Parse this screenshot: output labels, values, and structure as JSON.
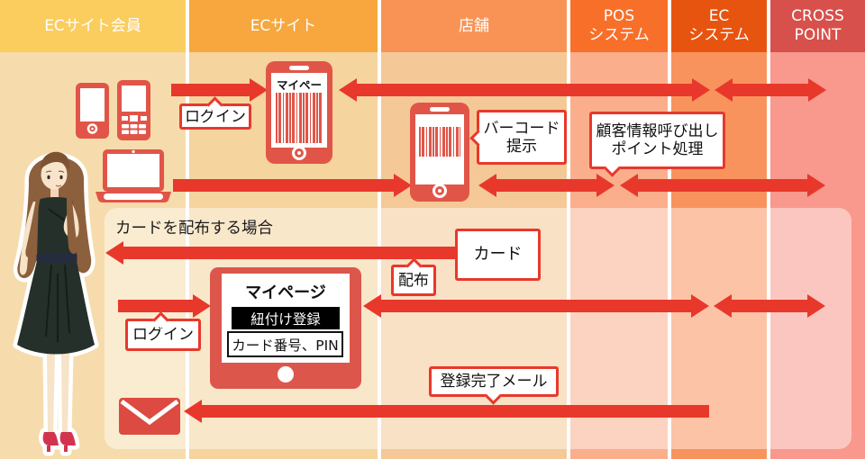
{
  "columns": [
    {
      "label": "ECサイト会員",
      "header_color": "#FBCD5F",
      "body_color": "#F6DCAC"
    },
    {
      "label": "ECサイト",
      "header_color": "#F7A73E",
      "body_color": "#F5D49E"
    },
    {
      "label": "店舗",
      "header_color": "#F99355",
      "body_color": "#F4C997"
    },
    {
      "label": "POS\nシステム",
      "header_color": "#F86F29",
      "body_color": "#FAAE8C"
    },
    {
      "label": "EC\nシステム",
      "header_color": "#E7540F",
      "body_color": "#F9935E"
    },
    {
      "label": "CROSS\nPOINT",
      "header_color": "#D8504B",
      "body_color": "#F9988D"
    }
  ],
  "top_flow": {
    "login_label": "ログイン",
    "mypage_title": "マイページ",
    "barcode_label": "バーコード\n提示",
    "pos_process_label": "顧客情報呼び出し\nポイント処理"
  },
  "card_panel": {
    "title": "カードを配布する場合",
    "card_label": "カード",
    "distribute_label": "配布",
    "login_label": "ログイン",
    "tablet_title": "マイページ",
    "link_label": "紐付け登録",
    "pin_label": "カード番号、PIN",
    "mail_label": "登録完了メール"
  },
  "icons": {
    "member": "woman-illustration",
    "member_devices": [
      "smartphone-icon",
      "feature-phone-icon",
      "laptop-icon"
    ],
    "ec_site_device": "smartphone-barcode-icon",
    "store_device": "smartphone-barcode-icon",
    "registration_device": "tablet-icon",
    "mail": "envelope-icon"
  },
  "colors": {
    "arrow": "#E8382B",
    "callout_border": "#E8382B",
    "device_red": "#E15549",
    "tablet_red": "#DD564C",
    "envelope_red": "#DC4A41",
    "link_box_bg": "#000000",
    "panel_overlay": "rgba(255,255,255,0.45)"
  }
}
